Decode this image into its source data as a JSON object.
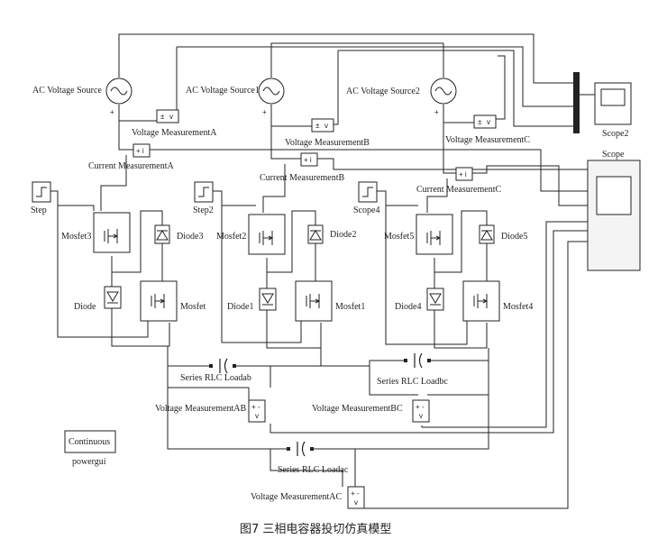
{
  "caption": "图7   三相电容器投切仿真模型",
  "blocks": {
    "ac_source_a": "AC Voltage Source",
    "ac_source_1": "AC Voltage Source1",
    "ac_source_2": "AC Voltage Source2",
    "vmeas_a": "Voltage MeasurementA",
    "vmeas_b": "Voltage MeasurementB",
    "vmeas_c": "Voltage MeasurementC",
    "cmeas_a": "Current MeasurementA",
    "cmeas_b": "Current MeasurementB",
    "cmeas_c": "Current MeasurementC",
    "scope": "Scope",
    "scope2": "Scope2",
    "step": "Step",
    "step2": "Step2",
    "scope4": "Scope4",
    "mosfet3": "Mosfet3",
    "mosfet2": "Mosfet2",
    "mosfet5": "Mosfet5",
    "diode3": "Diode3",
    "diode2": "Diode2",
    "diode5": "Diode5",
    "diode": "Diode",
    "diode1": "Diode1",
    "diode4": "Diode4",
    "mosfet": "Mosfet",
    "mosfet1": "Mosfet1",
    "mosfet4": "Mosfet4",
    "rlc_ab": "Series RLC Loadab",
    "rlc_bc": "Series RLC Loadbc",
    "rlc_ac": "Series RLC Loadac",
    "vmeas_ab": "Voltage MeasurementAB",
    "vmeas_bc": "Voltage MeasurementBC",
    "vmeas_ac": "Voltage MeasurementAC",
    "powergui_text": "Continuous",
    "powergui": "powergui"
  }
}
